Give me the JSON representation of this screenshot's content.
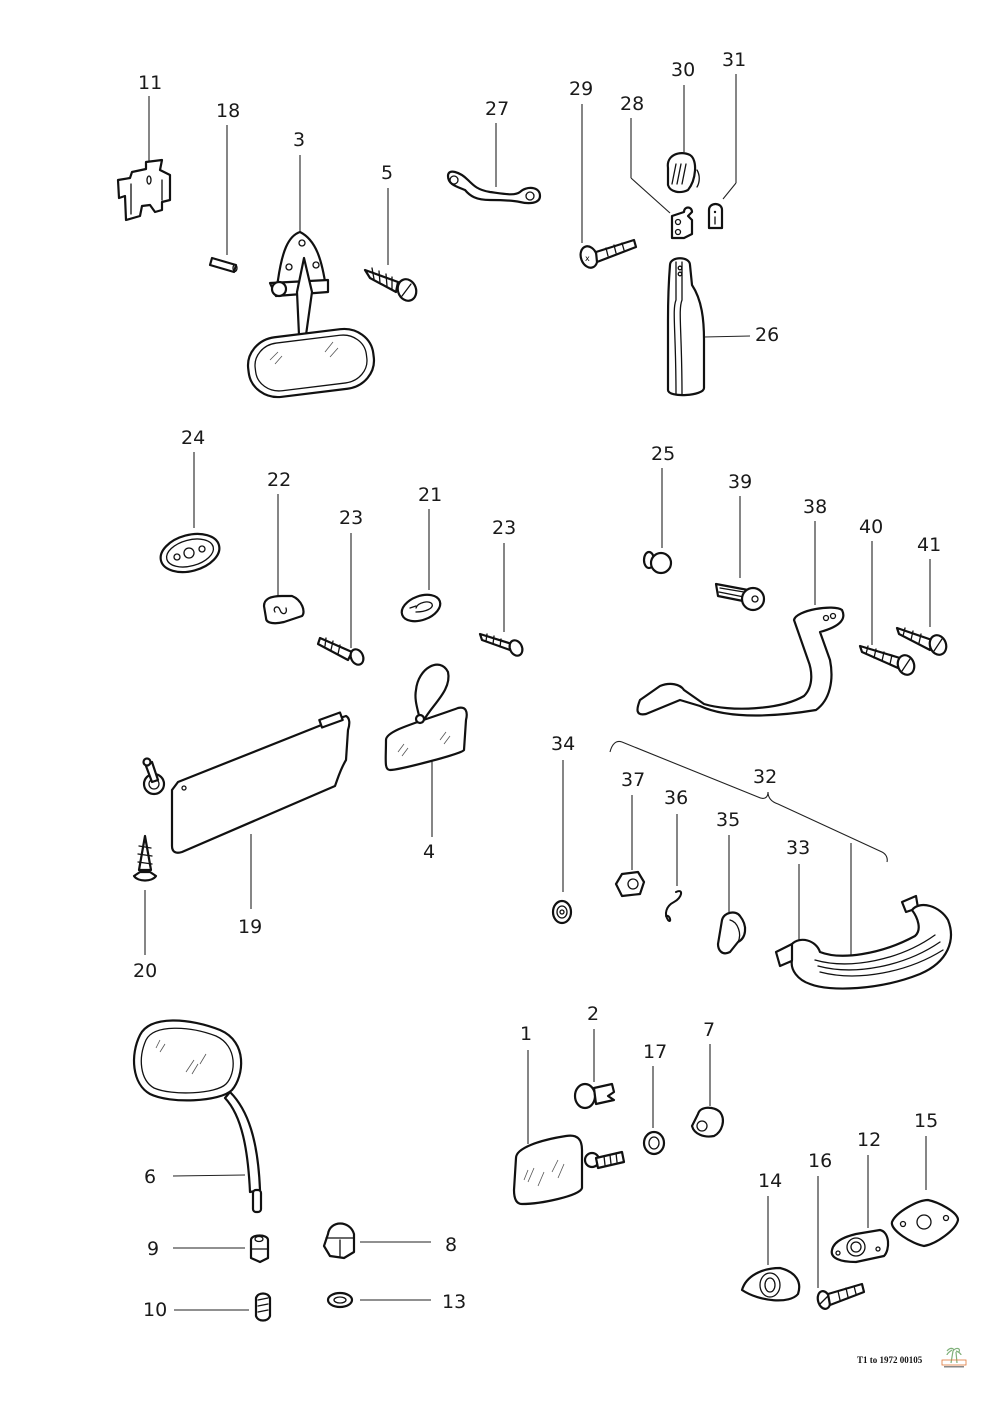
{
  "diagram": {
    "labels": {
      "p1": "1",
      "p2": "2",
      "p3": "3",
      "p4": "4",
      "p5": "5",
      "p6": "6",
      "p7": "7",
      "p8": "8",
      "p9": "9",
      "p10": "10",
      "p11": "11",
      "p12": "12",
      "p13": "13",
      "p14": "14",
      "p15": "15",
      "p16": "16",
      "p17": "17",
      "p18": "18",
      "p19": "19",
      "p20": "20",
      "p21": "21",
      "p22": "22",
      "p23a": "23",
      "p23b": "23",
      "p24": "24",
      "p25": "25",
      "p26": "26",
      "p27": "27",
      "p28": "28",
      "p29": "29",
      "p30": "30",
      "p31": "31",
      "p32": "32",
      "p33": "33",
      "p34": "34",
      "p35": "35",
      "p36": "36",
      "p37": "37",
      "p38": "38",
      "p39": "39",
      "p40": "40",
      "p41": "41"
    }
  },
  "footer": {
    "code": "T1 to 1972 00105",
    "logo_text": "Paradise"
  },
  "colors": {
    "line": "#111111",
    "background": "#ffffff",
    "logo_green": "#7fb07a",
    "logo_orange": "#e0783a"
  }
}
